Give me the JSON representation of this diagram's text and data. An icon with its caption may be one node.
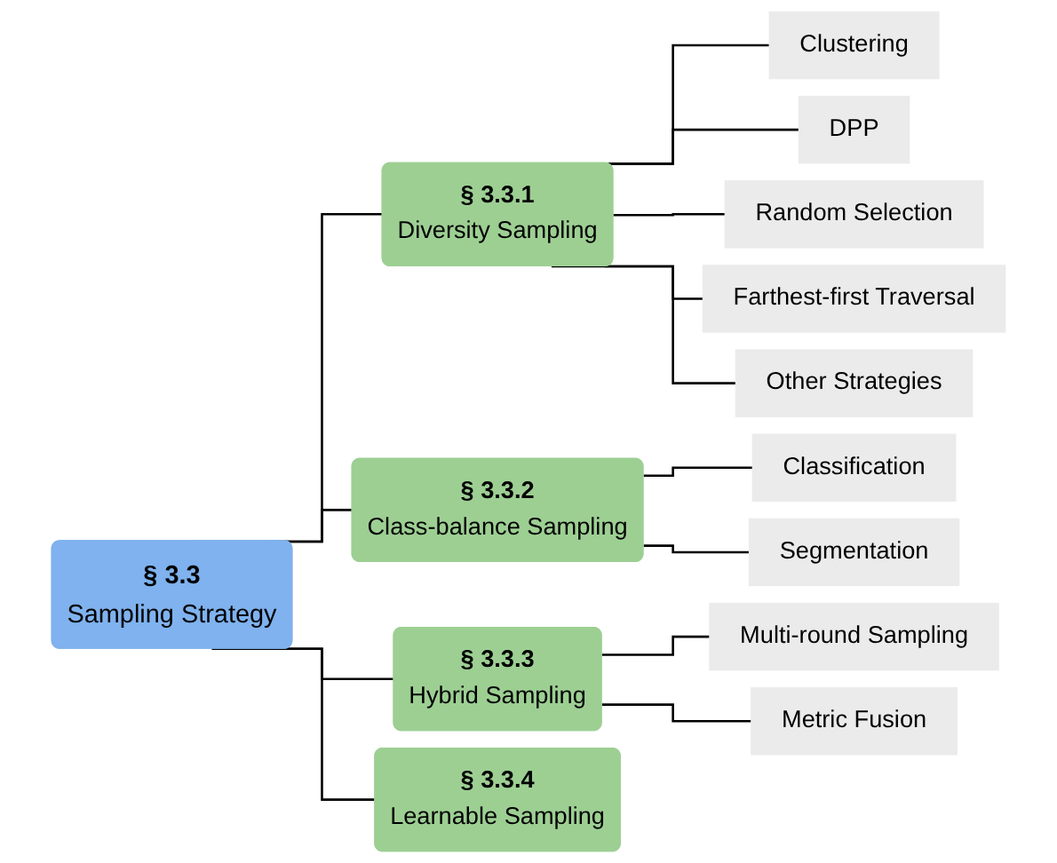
{
  "diagram": {
    "nodes": [
      {
        "text": [
          "§ 3.3",
          "Sampling Strategy"
        ]
      },
      {
        "text": [
          "§ 3.3.1",
          "Diversity Sampling"
        ]
      },
      {
        "text": [
          "Clustering"
        ]
      },
      {
        "text": [
          "DPP"
        ]
      },
      {
        "text": [
          "Random Selection"
        ]
      },
      {
        "text": [
          "Farthest-first Traversal"
        ]
      },
      {
        "text": [
          "Other Strategies"
        ]
      },
      {
        "text": [
          "§ 3.3.2",
          "Class-balance Sampling"
        ]
      },
      {
        "text": [
          "Classification"
        ]
      },
      {
        "text": [
          "Segmentation"
        ]
      },
      {
        "text": [
          "§ 3.3.3",
          "Hybrid Sampling"
        ]
      },
      {
        "text": [
          "Multi-round Sampling"
        ]
      },
      {
        "text": [
          "Metric Fusion"
        ]
      },
      {
        "text": [
          "§ 3.3.4",
          "Learnable Sampling"
        ]
      }
    ],
    "edges": [
      {
        "from": 0,
        "to": 1,
        "arrow": "none"
      },
      {
        "from": 1,
        "to": 2,
        "arrow": "none"
      },
      {
        "from": 1,
        "to": 3,
        "arrow": "none"
      },
      {
        "from": 1,
        "to": 4,
        "arrow": "none"
      },
      {
        "from": 1,
        "to": 5,
        "arrow": "none"
      },
      {
        "from": 1,
        "to": 6,
        "arrow": "none"
      },
      {
        "from": 0,
        "to": 7,
        "arrow": "none"
      },
      {
        "from": 7,
        "to": 8,
        "arrow": "none"
      },
      {
        "from": 7,
        "to": 9,
        "arrow": "none"
      },
      {
        "from": 0,
        "to": 10,
        "arrow": "none"
      },
      {
        "from": 10,
        "to": 11,
        "arrow": "none"
      },
      {
        "from": 10,
        "to": 12,
        "arrow": "none"
      },
      {
        "from": 0,
        "to": 13,
        "arrow": "none"
      }
    ]
  }
}
